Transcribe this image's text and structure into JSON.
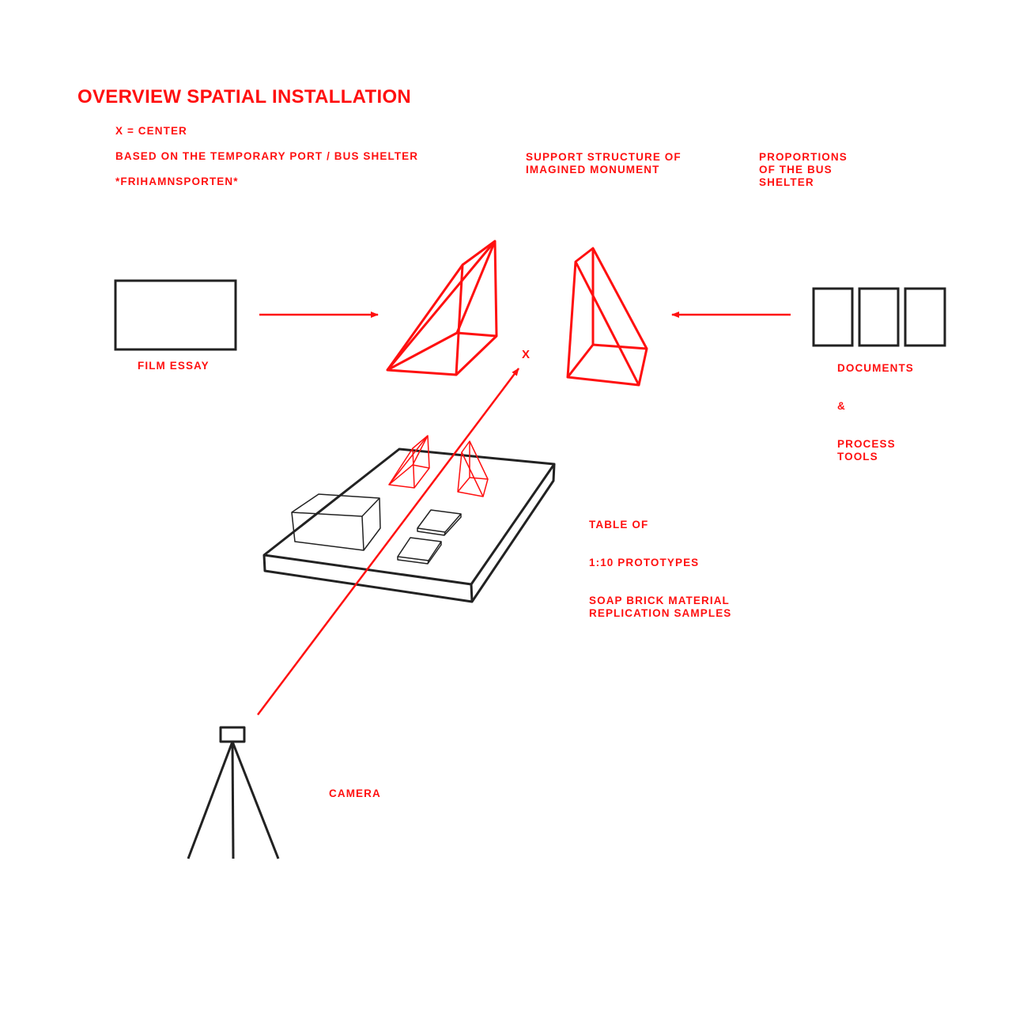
{
  "colors": {
    "accent": "#ff1010",
    "ink": "#222222",
    "background": "#ffffff"
  },
  "title": "OVERVIEW SPATIAL INSTALLATION",
  "notes": {
    "center": "X = CENTER",
    "based_on": "BASED ON THE TEMPORARY PORT / BUS SHELTER",
    "name": "*FRIHAMNSPORTEN*"
  },
  "labels": {
    "support_structure": "SUPPORT STRUCTURE OF\nIMAGINED MONUMENT",
    "proportions": "PROPORTIONS\nOF THE BUS\nSHELTER",
    "film_essay": "FILM ESSAY",
    "documents": "DOCUMENTS",
    "ampersand": "&",
    "process_tools": "PROCESS\nTOOLS",
    "table_of": "TABLE OF",
    "prototypes": "1:10 PROTOTYPES",
    "samples": "SOAP BRICK MATERIAL\nREPLICATION SAMPLES",
    "camera": "CAMERA",
    "center_mark": "X"
  }
}
